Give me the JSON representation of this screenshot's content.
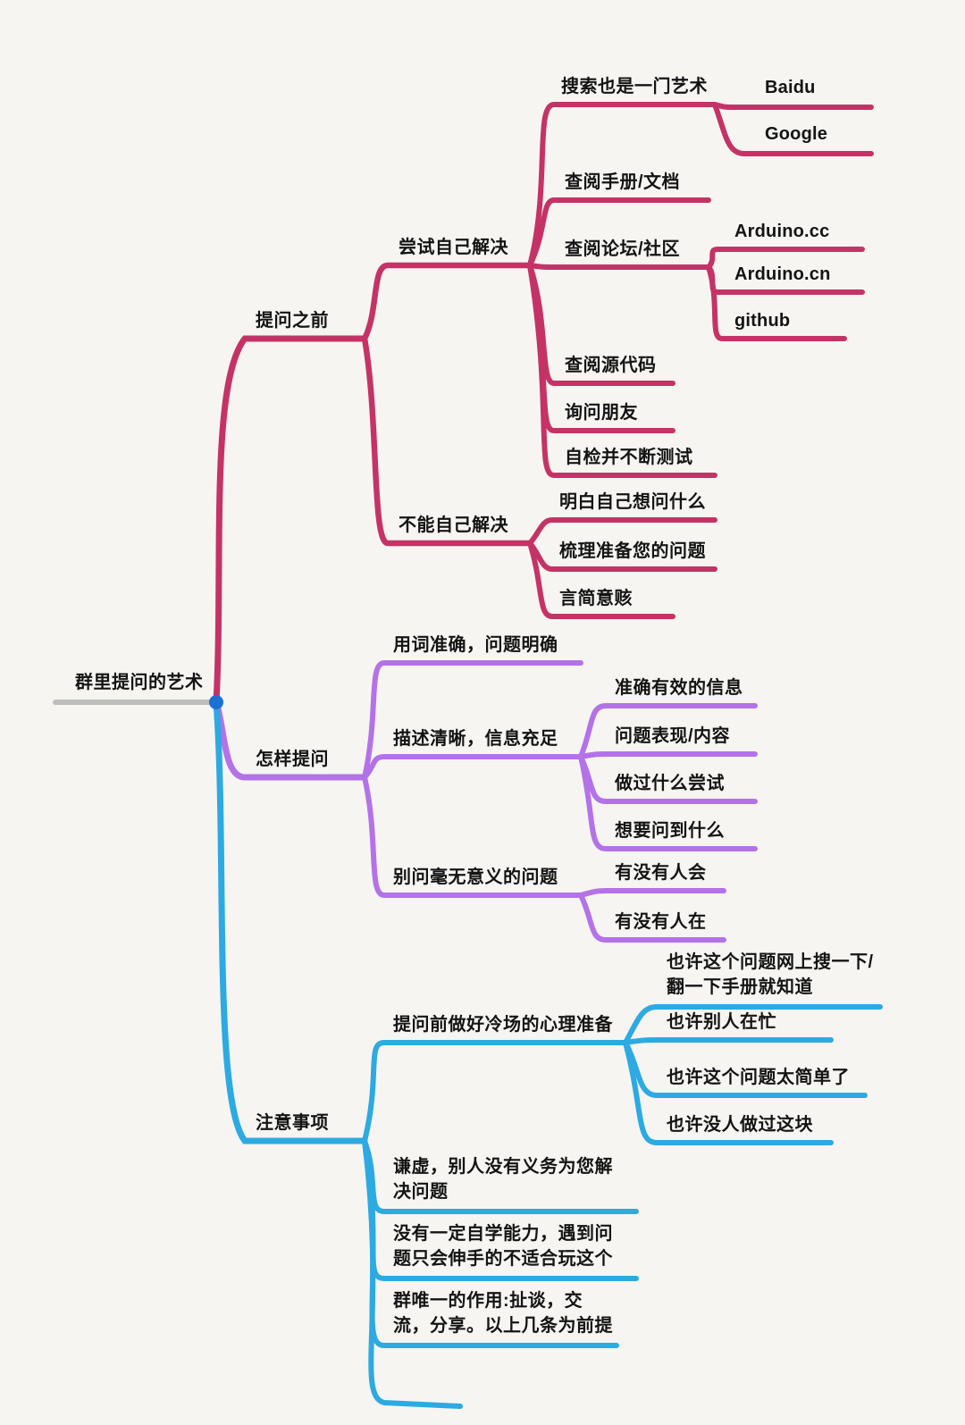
{
  "colors": {
    "before_branch": "#c53366",
    "how_branch": "#b472e8",
    "notes_branch": "#2caae1",
    "root_line": "#bdbdbd",
    "root_dot": "#1e6fd2"
  },
  "tree": {
    "label": "群里提问的艺术",
    "children": [
      {
        "label": "提问之前",
        "children": [
          {
            "label": "尝试自己解决",
            "children": [
              {
                "label": "搜索也是一门艺术",
                "children": [
                  {
                    "label": "Baidu"
                  },
                  {
                    "label": "Google"
                  }
                ]
              },
              {
                "label": "查阅手册/文档"
              },
              {
                "label": "查阅论坛/社区",
                "children": [
                  {
                    "label": "Arduino.cc"
                  },
                  {
                    "label": "Arduino.cn"
                  },
                  {
                    "label": "github"
                  }
                ]
              },
              {
                "label": "查阅源代码"
              },
              {
                "label": "询问朋友"
              },
              {
                "label": "自检并不断测试"
              }
            ]
          },
          {
            "label": "不能自己解决",
            "children": [
              {
                "label": "明白自己想问什么"
              },
              {
                "label": "梳理准备您的问题"
              },
              {
                "label": "言简意赅"
              }
            ]
          }
        ]
      },
      {
        "label": "怎样提问",
        "children": [
          {
            "label": "用词准确，问题明确"
          },
          {
            "label": "描述清晰，信息充足",
            "children": [
              {
                "label": "准确有效的信息"
              },
              {
                "label": "问题表现/内容"
              },
              {
                "label": "做过什么尝试"
              },
              {
                "label": "想要问到什么"
              }
            ]
          },
          {
            "label": "别问毫无意义的问题",
            "children": [
              {
                "label": "有没有人会"
              },
              {
                "label": "有没有人在"
              }
            ]
          }
        ]
      },
      {
        "label": "注意事项",
        "children": [
          {
            "label": "提问前做好冷场的心理准备",
            "children": [
              {
                "label": "也许这个问题网上搜一下/\n翻一下手册就知道"
              },
              {
                "label": "也许别人在忙"
              },
              {
                "label": "也许这个问题太简单了"
              },
              {
                "label": "也许没人做过这块"
              }
            ]
          },
          {
            "label": "谦虚，别人没有义务为您解\n决问题"
          },
          {
            "label": "没有一定自学能力，遇到问\n题只会伸手的不适合玩这个"
          },
          {
            "label": "群唯一的作用:扯谈，交\n流，分享。以上几条为前提"
          }
        ]
      }
    ]
  }
}
